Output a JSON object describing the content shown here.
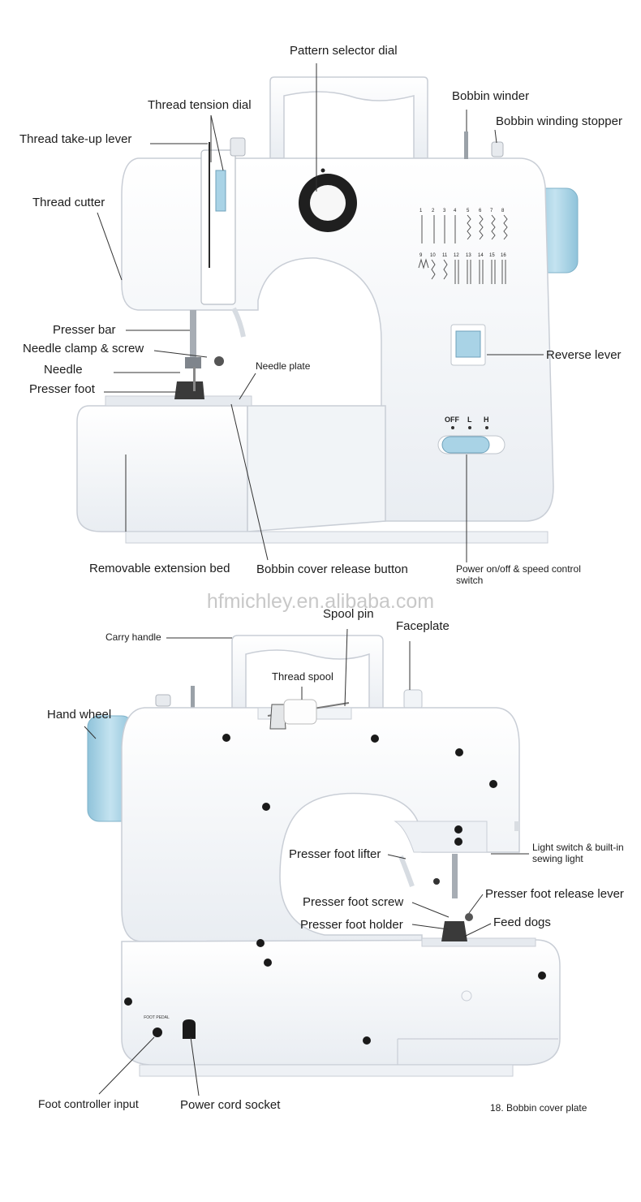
{
  "watermark": "hfmichley.en.alibaba.com",
  "front_view": {
    "labels": {
      "pattern_selector_dial": "Pattern selector dial",
      "thread_tension_dial": "Thread tension dial",
      "bobbin_winder": "Bobbin winder",
      "bobbin_winding_stopper": "Bobbin winding stopper",
      "thread_take_up_lever": "Thread take-up lever",
      "thread_cutter": "Thread cutter",
      "presser_bar": "Presser bar",
      "needle_clamp_screw": "Needle clamp & screw",
      "needle": "Needle",
      "presser_foot": "Presser foot",
      "needle_plate": "Needle plate",
      "reverse_lever": "Reverse lever",
      "removable_extension_bed": "Removable extension bed",
      "bobbin_cover_release_button": "Bobbin cover release button",
      "power_switch_line1": "Power on/off & speed control",
      "power_switch_line2": "switch"
    },
    "switch_positions": [
      "OFF",
      "L",
      "H"
    ],
    "stitch_numbers_row1": [
      "1",
      "2",
      "3",
      "4",
      "5",
      "6",
      "7",
      "8"
    ],
    "stitch_numbers_row2": [
      "9",
      "10",
      "11",
      "12",
      "13",
      "14",
      "15",
      "16"
    ]
  },
  "back_view": {
    "labels": {
      "carry_handle": "Carry handle",
      "spool_pin": "Spool pin",
      "faceplate": "Faceplate",
      "thread_spool": "Thread spool",
      "hand_wheel": "Hand wheel",
      "light_switch_line1": "Light switch & built-in",
      "light_switch_line2": "sewing light",
      "presser_foot_lifter": "Presser foot lifter",
      "presser_foot_screw": "Presser foot screw",
      "presser_foot_release_lever": "Presser foot release lever",
      "presser_foot_holder": "Presser foot holder",
      "feed_dogs": "Feed dogs",
      "foot_controller_input": "Foot controller input",
      "power_cord_socket": "Power cord socket",
      "bobbin_cover_plate": "18.  Bobbin cover plate"
    },
    "socket_text": {
      "foot_pedal": "FOOT PEDAL"
    }
  },
  "colors": {
    "body_white": "#f4f6f9",
    "outline": "#c9ced6",
    "accent_blue": "#a9d3e6",
    "leader_line": "#333333",
    "hole": "#1a1a1a"
  }
}
